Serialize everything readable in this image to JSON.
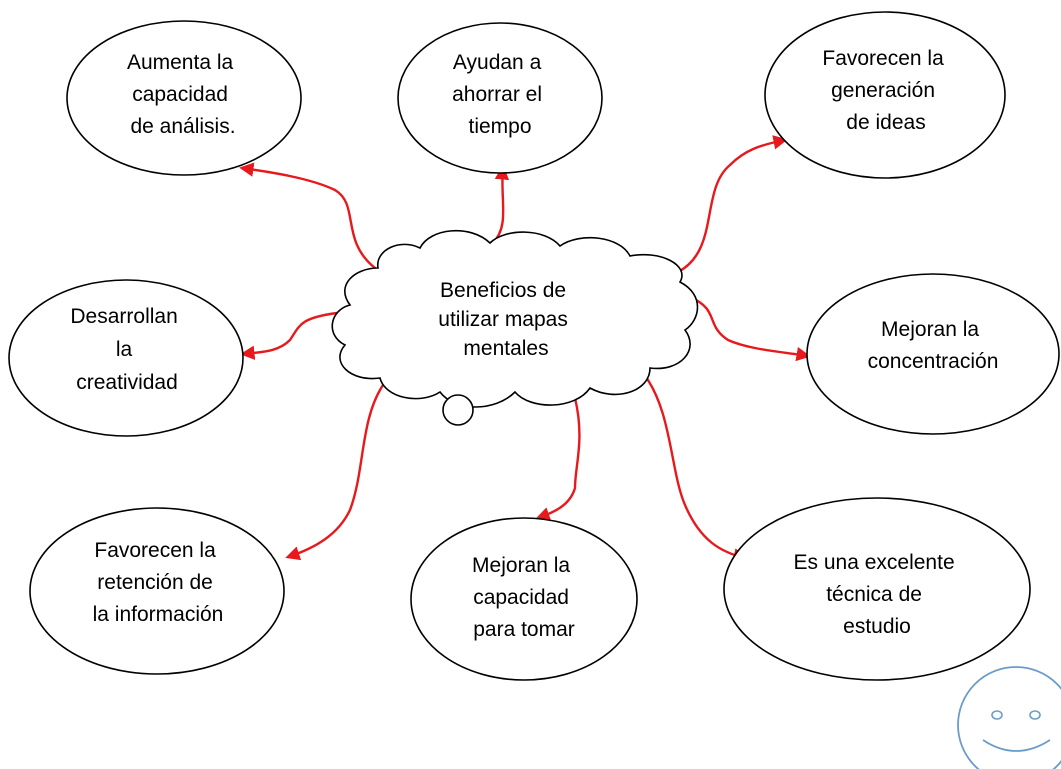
{
  "center": {
    "lines": [
      "Beneficios de",
      "utilizar mapas",
      "mentales"
    ]
  },
  "nodes": [
    {
      "id": "analisis",
      "lines": [
        "Aumenta la",
        "capacidad",
        "de análisis."
      ]
    },
    {
      "id": "tiempo",
      "lines": [
        "Ayudan a",
        "ahorrar el",
        "tiempo"
      ]
    },
    {
      "id": "ideas",
      "lines": [
        "Favorecen la",
        "generación",
        "de ideas"
      ]
    },
    {
      "id": "creatividad",
      "lines": [
        "Desarrollan",
        "la",
        "creatividad"
      ]
    },
    {
      "id": "concentracion",
      "lines": [
        "Mejoran la",
        "concentración"
      ]
    },
    {
      "id": "retencion",
      "lines": [
        "Favorecen la",
        "retención de",
        "la información"
      ]
    },
    {
      "id": "decisiones",
      "lines": [
        "Mejoran la",
        "capacidad",
        "para tomar"
      ]
    },
    {
      "id": "estudio",
      "lines": [
        "Es una excelente",
        "técnica de",
        "estudio"
      ]
    }
  ],
  "colors": {
    "arrow": "#e8191c",
    "outline": "#000000",
    "smiley": "#6b9cc9"
  },
  "decoration": {
    "smiley_icon": "smiley-face-icon"
  }
}
